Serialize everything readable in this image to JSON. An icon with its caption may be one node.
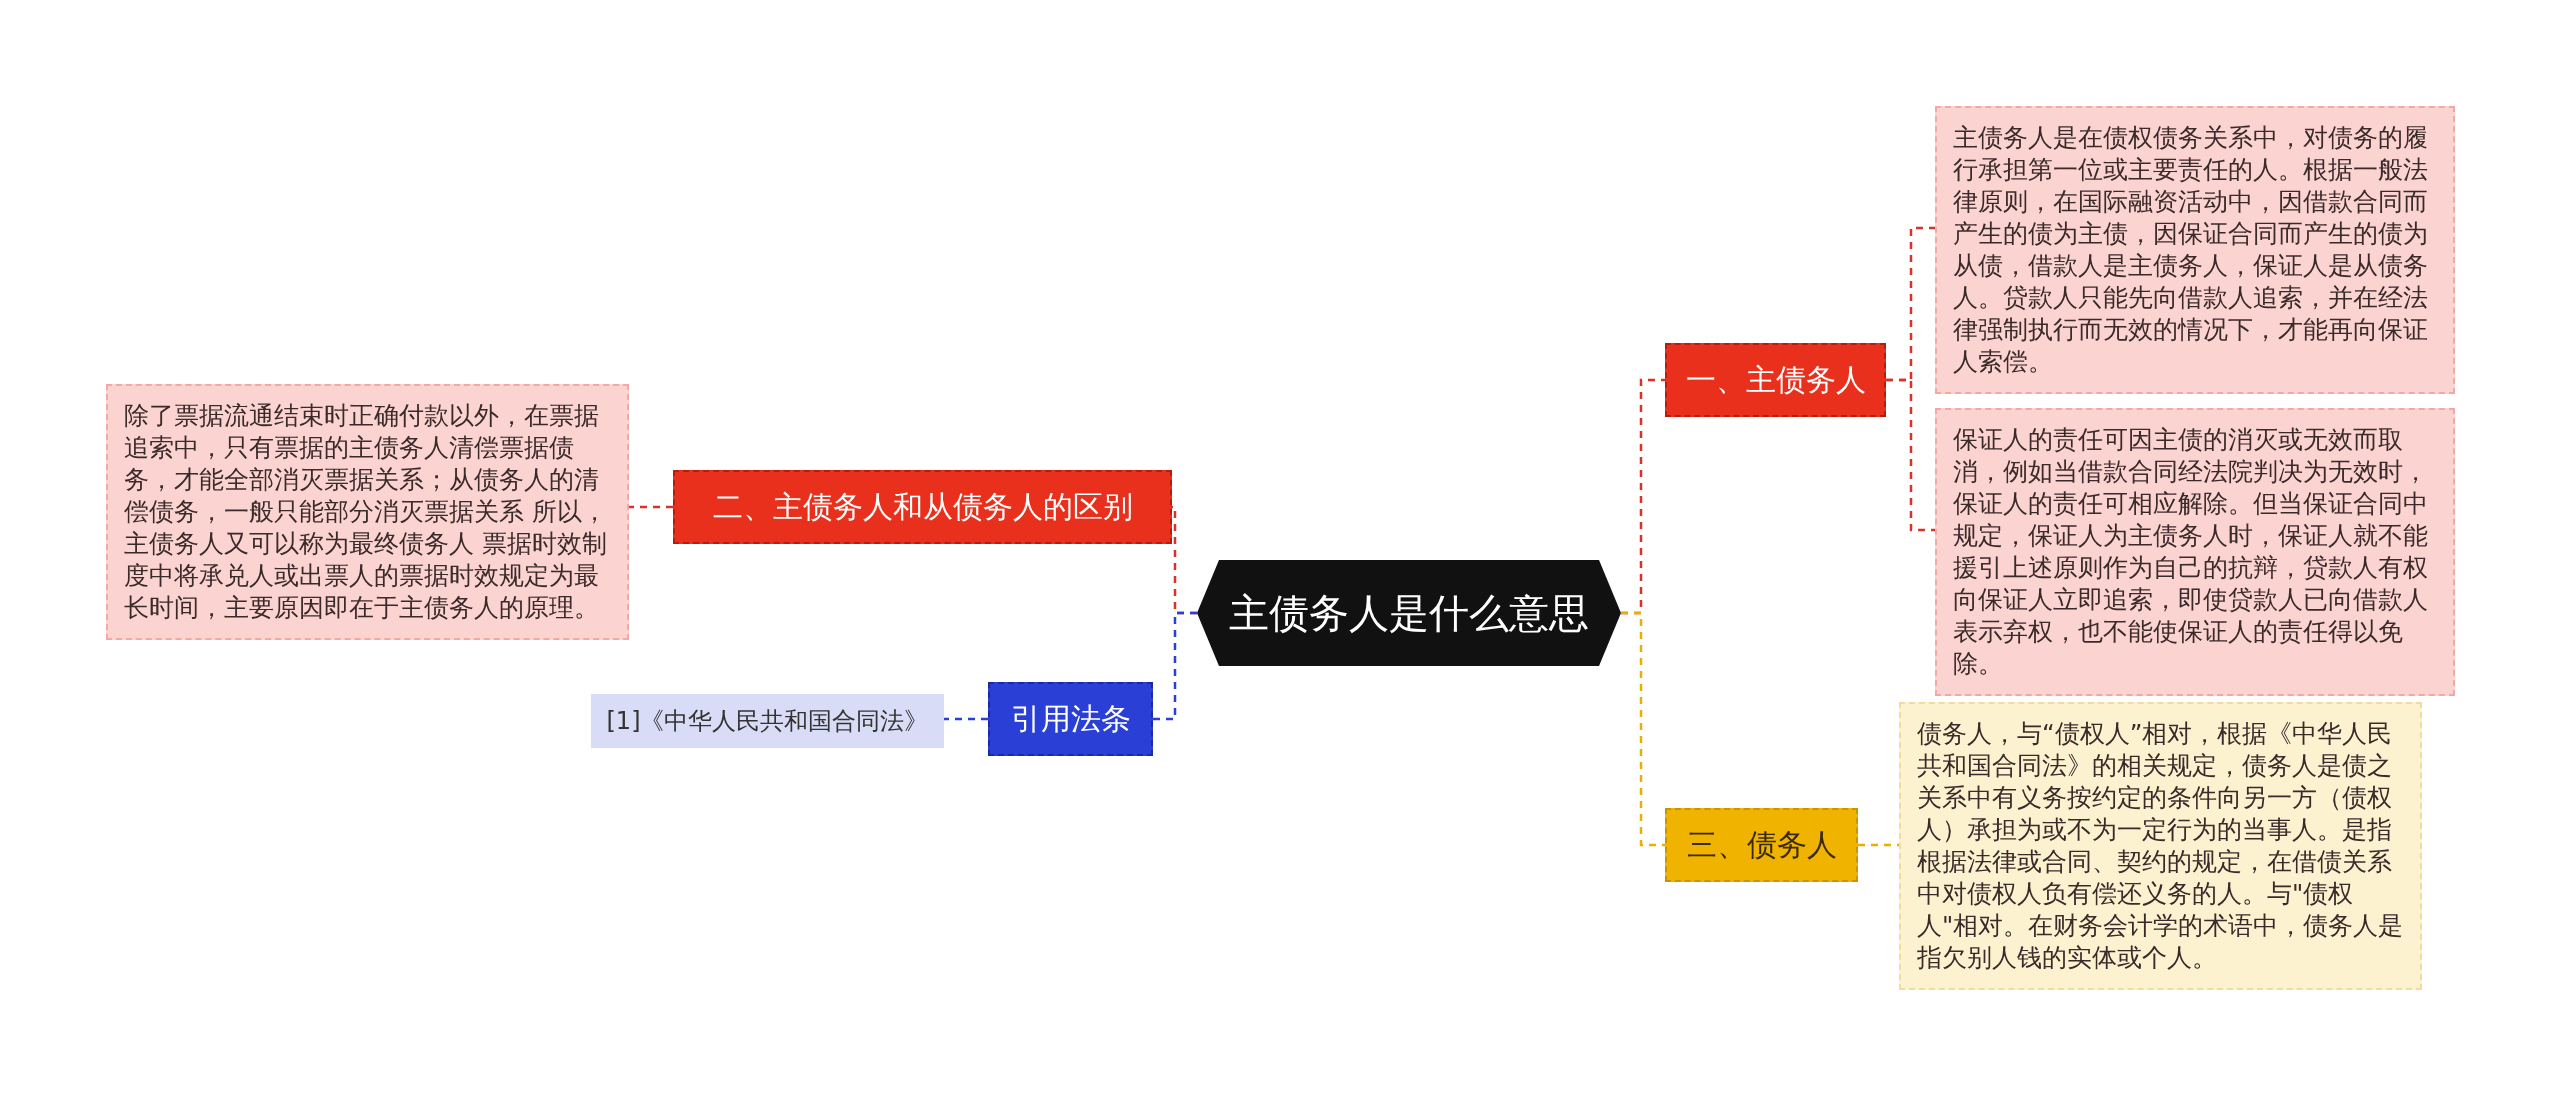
{
  "diagram": {
    "nodes": [
      {
        "text": [
          "主债务人是什么意思"
        ]
      },
      {
        "text": [
          "一、主债务人"
        ]
      },
      {
        "text": [
          "主债务人是在债权债务关系中，对债务的履行承担第一位或主要责任的人。根据一般法律原则，在国际融资活动中，因借款合同而产生的债为主债，因保证合同而产生的债为从债，借款人是主债务人，保证人是从债务人。贷款人只能先向借款人追索，并在经法律强制执行而无效的情况下，才能再向保证人索偿。"
        ]
      },
      {
        "text": [
          "保证人的责任可因主债的消灭或无效而取消，例如当借款合同经法院判决为无效时，保证人的责任可相应解除。但当保证合同中规定，保证人为主债务人时，保证人就不能援引上述原则作为自己的抗辩，贷款人有权向保证人立即追索，即使贷款人已向借款人表示弃权，也不能使保证人的责任得以免除。"
        ]
      },
      {
        "text": [
          "二、主债务人和从债务人的区别"
        ]
      },
      {
        "text": [
          "除了票据流通结束时正确付款以外，在票据追索中，只有票据的主债务人清偿票据债务，才能全部消灭票据关系；从债务人的清偿债务，一般只能部分消灭票据关系 所以，主债务人又可以称为最终债务人 票据时效制度中将承兑人或出票人的票据时效规定为最长时间，主要原因即在于主债务人的原理。"
        ]
      },
      {
        "text": [
          "引用法条"
        ]
      },
      {
        "text": [
          "[1]《中华人民共和国合同法》"
        ]
      },
      {
        "text": [
          "三、债务人"
        ]
      },
      {
        "text": [
          "债务人，与“债权人”相对，根据《中华人民共和国合同法》的相关规定，债务人是债之关系中有义务按约定的条件向另一方（债权人）承担为或不为一定行为的当事人。是指根据法律或合同、契约的规定，在借债关系中对债权人负有偿还义务的人。与\"债权人\"相对。在财务会计学的术语中，债务人是指欠别人钱的实体或个人。"
        ]
      }
    ],
    "edges": [
      {
        "from": 0,
        "to": 1,
        "arrow": "none"
      },
      {
        "from": 1,
        "to": 2,
        "arrow": "none"
      },
      {
        "from": 1,
        "to": 3,
        "arrow": "none"
      },
      {
        "from": 0,
        "to": 4,
        "arrow": "none"
      },
      {
        "from": 4,
        "to": 5,
        "arrow": "none"
      },
      {
        "from": 0,
        "to": 6,
        "arrow": "none",
        "color": "#2a3fd6"
      },
      {
        "from": 6,
        "to": 7,
        "arrow": "none",
        "color": "#2a3fd6"
      },
      {
        "from": 0,
        "to": 8,
        "arrow": "none",
        "color": "#e8b000"
      },
      {
        "from": 8,
        "to": 9,
        "arrow": "none",
        "color": "#e8b000"
      }
    ]
  }
}
